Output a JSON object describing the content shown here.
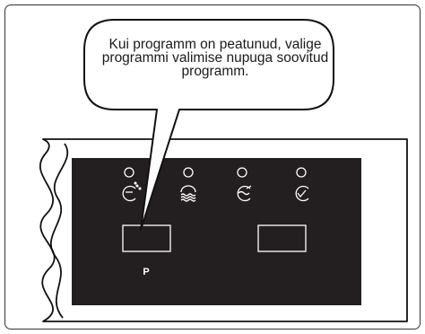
{
  "instruction": {
    "lines": [
      "Kui programm on peatunud, valige",
      "programmi valimise nupuga soovitud",
      "programm."
    ]
  },
  "control_panel": {
    "program_button_label": "P",
    "indicator_icons": [
      "rinse-spray-icon",
      "waves-program-icon",
      "wash-wave-icon",
      "check-circle-icon"
    ],
    "colors": {
      "panel": "#231f20",
      "symbols": "#ffffff",
      "outline": "#111111"
    }
  }
}
